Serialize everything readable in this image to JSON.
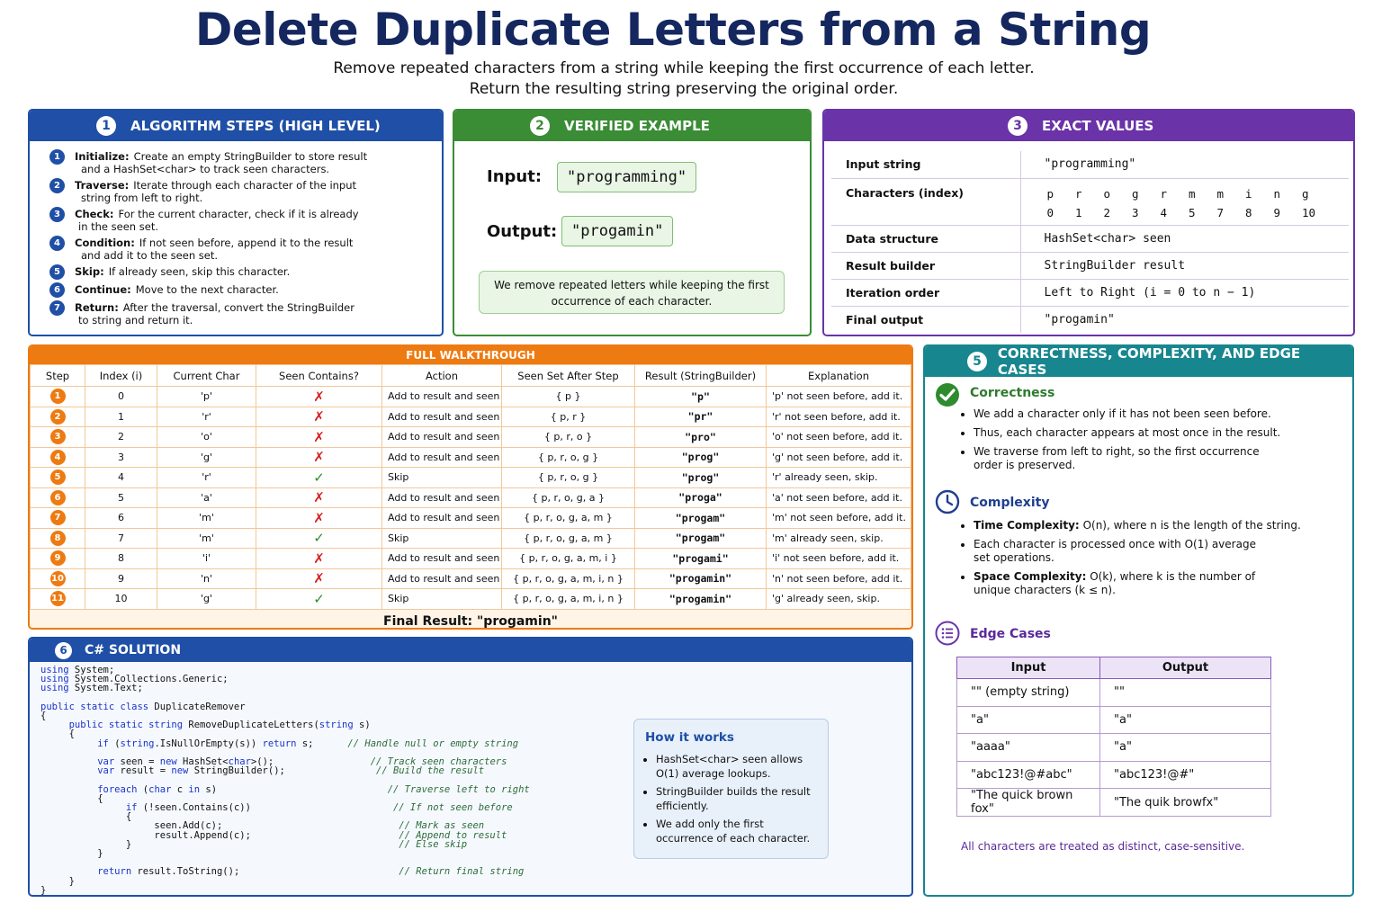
{
  "title": "Delete Duplicate Letters from a String",
  "subtitle_1": "Remove repeated characters from a string while keeping the first occurrence of each letter.",
  "subtitle_2": "Return the resulting string preserving the original order.",
  "colors": {
    "title": "#14275f",
    "blue": "#1f4fa6",
    "green": "#3a8c35",
    "purple": "#6a33a8",
    "orange": "#ee7a12",
    "teal": "#17868f"
  },
  "p1": {
    "num": "1",
    "title": "ALGORITHM STEPS (HIGH LEVEL)",
    "steps": [
      {
        "n": "1",
        "label": "Initialize:",
        "line1": "Create an empty StringBuilder to store result",
        "line2": "and a HashSet<char> to track seen characters."
      },
      {
        "n": "2",
        "label": "Traverse:",
        "line1": "Iterate through each character of the input",
        "line2": "string from left to right."
      },
      {
        "n": "3",
        "label": "Check:",
        "line1": "For the current character, check if it is already",
        "line2": "in the seen set."
      },
      {
        "n": "4",
        "label": "Condition:",
        "line1": "If not seen before, append it to the result",
        "line2": "and add it to the seen set."
      },
      {
        "n": "5",
        "label": "Skip:",
        "line1": "If already seen, skip this character.",
        "line2": ""
      },
      {
        "n": "6",
        "label": "Continue:",
        "line1": "Move to the next character.",
        "line2": ""
      },
      {
        "n": "7",
        "label": "Return:",
        "line1": "After the traversal, convert the StringBuilder",
        "line2": "to string and return it."
      }
    ]
  },
  "p2": {
    "num": "2",
    "title": "VERIFIED EXAMPLE",
    "input_label": "Input:",
    "input_value": "\"programming\"",
    "output_label": "Output:",
    "output_value": "\"progamin\"",
    "note_1": "We remove repeated letters while keeping the first",
    "note_2": "occurrence of each character."
  },
  "p3": {
    "num": "3",
    "title": "EXACT VALUES",
    "input_key": "Input string",
    "input_val": "\"programming\"",
    "chars_key": "Characters (index)",
    "chars": [
      "p",
      "r",
      "o",
      "g",
      "r",
      "m",
      "m",
      "i",
      "n",
      "g"
    ],
    "indices": [
      "0",
      "1",
      "2",
      "3",
      "4",
      "5",
      "7",
      "8",
      "9",
      "10"
    ],
    "ds_key": "Data structure",
    "ds_val": "HashSet<char> seen",
    "rb_key": "Result builder",
    "rb_val": "StringBuilder result",
    "io_key": "Iteration order",
    "io_val": "Left to Right (i = 0 to n − 1)",
    "fo_key": "Final output",
    "fo_val": "\"progamin\""
  },
  "walkthrough": {
    "title": "FULL WALKTHROUGH",
    "headers": [
      "Step",
      "Index (i)",
      "Current Char",
      "Seen Contains?",
      "Action",
      "Seen Set After Step",
      "Result (StringBuilder)",
      "Explanation"
    ],
    "rows": [
      {
        "step": "1",
        "i": "0",
        "ch": "'p'",
        "seen": false,
        "action": "Add to result and seen",
        "set": "{ p }",
        "result": "\"p\"",
        "expl": "'p' not seen before, add it."
      },
      {
        "step": "2",
        "i": "1",
        "ch": "'r'",
        "seen": false,
        "action": "Add to result and seen",
        "set": "{ p, r }",
        "result": "\"pr\"",
        "expl": "'r' not seen before, add it."
      },
      {
        "step": "3",
        "i": "2",
        "ch": "'o'",
        "seen": false,
        "action": "Add to result and seen",
        "set": "{ p, r, o }",
        "result": "\"pro\"",
        "expl": "'o' not seen before, add it."
      },
      {
        "step": "4",
        "i": "3",
        "ch": "'g'",
        "seen": false,
        "action": "Add to result and seen",
        "set": "{ p, r, o, g }",
        "result": "\"prog\"",
        "expl": "'g' not seen before, add it."
      },
      {
        "step": "5",
        "i": "4",
        "ch": "'r'",
        "seen": true,
        "action": "Skip",
        "set": "{ p, r, o, g }",
        "result": "\"prog\"",
        "expl": "'r' already seen, skip."
      },
      {
        "step": "6",
        "i": "5",
        "ch": "'a'",
        "seen": false,
        "action": "Add to result and seen",
        "set": "{ p, r, o, g, a }",
        "result": "\"proga\"",
        "expl": "'a' not seen before, add it."
      },
      {
        "step": "7",
        "i": "6",
        "ch": "'m'",
        "seen": false,
        "action": "Add to result and seen",
        "set": "{ p, r, o, g, a, m }",
        "result": "\"progam\"",
        "expl": "'m' not seen before, add it."
      },
      {
        "step": "8",
        "i": "7",
        "ch": "'m'",
        "seen": true,
        "action": "Skip",
        "set": "{ p, r, o, g, a, m }",
        "result": "\"progam\"",
        "expl": "'m' already seen, skip."
      },
      {
        "step": "9",
        "i": "8",
        "ch": "'i'",
        "seen": false,
        "action": "Add to result and seen",
        "set": "{ p, r, o, g, a, m, i }",
        "result": "\"progami\"",
        "expl": "'i' not seen before, add it."
      },
      {
        "step": "10",
        "i": "9",
        "ch": "'n'",
        "seen": false,
        "action": "Add to result and seen",
        "set": "{ p, r, o, g, a, m, i, n }",
        "result": "\"progamin\"",
        "expl": "'n' not seen before, add it."
      },
      {
        "step": "11",
        "i": "10",
        "ch": "'g'",
        "seen": true,
        "action": "Skip",
        "set": "{ p, r, o, g, a, m, i, n }",
        "result": "\"progamin\"",
        "expl": "'g' already seen, skip."
      }
    ],
    "final": "Final Result: \"progamin\""
  },
  "p6": {
    "num": "6",
    "title": "C# SOLUTION",
    "how_title": "How it works",
    "how_items": [
      "HashSet<char> seen allows O(1) average lookups.",
      "StringBuilder builds the result efficiently.",
      "We add only the first occurrence of each character."
    ]
  },
  "p5": {
    "num": "5",
    "title": "CORRECTNESS, COMPLEXITY, AND EDGE CASES",
    "correctness_title": "Correctness",
    "correctness_items": [
      "We add a character only if it has not been seen before.",
      "Thus, each character appears at most once in the result.",
      "We traverse from left to right, so the first occurrence order is preserved."
    ],
    "complexity_title": "Complexity",
    "time_label": "Time Complexity:",
    "time_text": "O(n), where n is the length of the string.",
    "each_text": "Each character is processed once with O(1) average set operations.",
    "space_label": "Space Complexity:",
    "space_text": "O(k), where k is the number of unique characters (k ≤ n).",
    "edge_title": "Edge Cases",
    "edge_headers": [
      "Input",
      "Output"
    ],
    "edge_rows": [
      [
        "\"\" (empty string)",
        "\"\""
      ],
      [
        "\"a\"",
        "\"a\""
      ],
      [
        "\"aaaa\"",
        "\"a\""
      ],
      [
        "\"abc123!@#abc\"",
        "\"abc123!@#\""
      ],
      [
        "\"The quick brown fox\"",
        "\"The quik browfx\""
      ]
    ],
    "edge_note": "All characters are treated as distinct, case-sensitive."
  }
}
